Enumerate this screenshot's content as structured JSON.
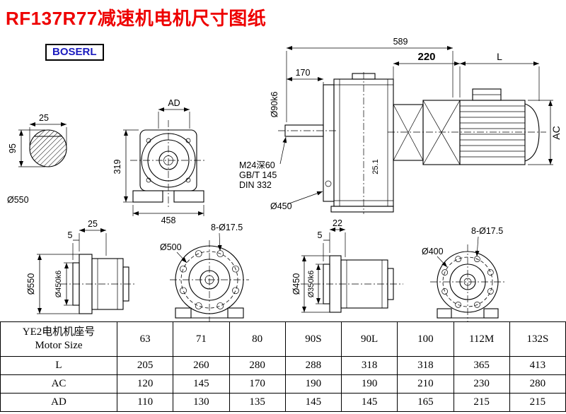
{
  "page": {
    "title": "RF137R77减速机电机尺寸图纸",
    "logo": "BOSERL"
  },
  "shaft_section": {
    "width": "25",
    "height": "95",
    "diameter": "Ø550"
  },
  "front_view": {
    "ad": "AD",
    "height": "319",
    "width": "458"
  },
  "main_view": {
    "overall": "589",
    "shaft_len": "170",
    "shaft_dia": "Ø90k6",
    "thread": "M24深60",
    "std1": "GB/T 145",
    "std2": "DIN 332",
    "flange_dia": "Ø450",
    "key": "25.1"
  },
  "motor_view": {
    "adapter_len": "220",
    "motor_len": "L",
    "motor_dia": "AC"
  },
  "output_view1": {
    "d1": "25",
    "d2": "5",
    "outer": "Ø550",
    "spigot": "Ø450k6"
  },
  "flange_view1": {
    "bolts": "8-Ø17.5",
    "bolt_circle": "Ø500"
  },
  "output_view2": {
    "d1": "22",
    "d2": "5",
    "outer": "Ø450",
    "spigot": "Ø350k6"
  },
  "flange_view2": {
    "bolts": "8-Ø17.5",
    "bolt_circle": "Ø400"
  },
  "table": {
    "header": {
      "line1": "YE2电机机座号",
      "line2": "Motor Size"
    },
    "columns": [
      "63",
      "71",
      "80",
      "90S",
      "90L",
      "100",
      "112M",
      "132S"
    ],
    "rows": [
      {
        "label": "L",
        "values": [
          "205",
          "260",
          "280",
          "288",
          "318",
          "318",
          "365",
          "413"
        ]
      },
      {
        "label": "AC",
        "values": [
          "120",
          "145",
          "170",
          "190",
          "190",
          "210",
          "230",
          "280"
        ]
      },
      {
        "label": "AD",
        "values": [
          "110",
          "130",
          "135",
          "145",
          "145",
          "165",
          "215",
          "215"
        ]
      }
    ]
  }
}
